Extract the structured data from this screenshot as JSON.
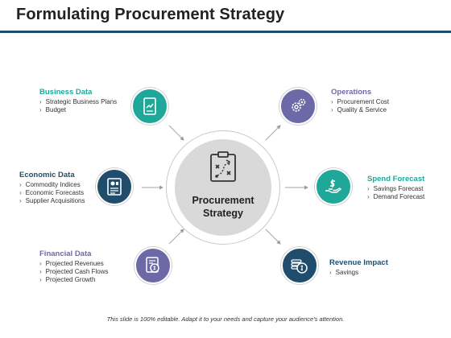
{
  "slide": {
    "title": "Formulating Procurement Strategy",
    "center": {
      "label_line1": "Procurement",
      "label_line2": "Strategy",
      "icon": "strategy-board-icon"
    },
    "footer": "This slide is 100% editable. Adapt it to your needs and capture your audience's attention."
  },
  "colors": {
    "title_rule": "#1e4e6e",
    "teal": "#1fa89a",
    "navy": "#1f4d6b",
    "purple": "#6c69a6",
    "hub": "#d9d9d9"
  },
  "blocks": {
    "business_data": {
      "heading": "Business Data",
      "color": "#1fa89a",
      "items": [
        "Strategic Business Plans",
        "Budget"
      ],
      "icon": "document-chart-icon"
    },
    "economic_data": {
      "heading": "Economic Data",
      "color": "#1f4d6b",
      "items": [
        "Commodity Indices",
        "Economic Forecasts",
        "Supplier Acquisitions"
      ],
      "icon": "report-icon"
    },
    "financial_data": {
      "heading": "Financial Data",
      "color": "#6c69a6",
      "items": [
        "Projected Revenues",
        "Projected Cash Flows",
        "Projected Growth"
      ],
      "icon": "financial-document-icon"
    },
    "operations": {
      "heading": "Operations",
      "color": "#6c69a6",
      "items": [
        "Procurement Cost",
        "Quality & Service"
      ],
      "icon": "gears-icon"
    },
    "spend_forecast": {
      "heading": "Spend Forecast",
      "color": "#1fa89a",
      "items": [
        "Savings Forecast",
        "Demand Forecast"
      ],
      "icon": "dollar-hand-icon"
    },
    "revenue_impact": {
      "heading": "Revenue Impact",
      "color": "#1f4d6b",
      "items": [
        "Savings"
      ],
      "icon": "coin-stack-icon"
    }
  }
}
